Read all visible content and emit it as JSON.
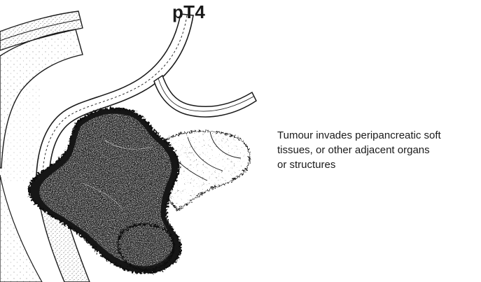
{
  "stage_label": "pT4",
  "description_lines": [
    "Tumour invades peripancreatic soft",
    "tissues, or other adjacent organs",
    "or structures"
  ],
  "colors": {
    "ink": "#1a1a1a",
    "tumour": "#111111",
    "background": "#ffffff"
  }
}
